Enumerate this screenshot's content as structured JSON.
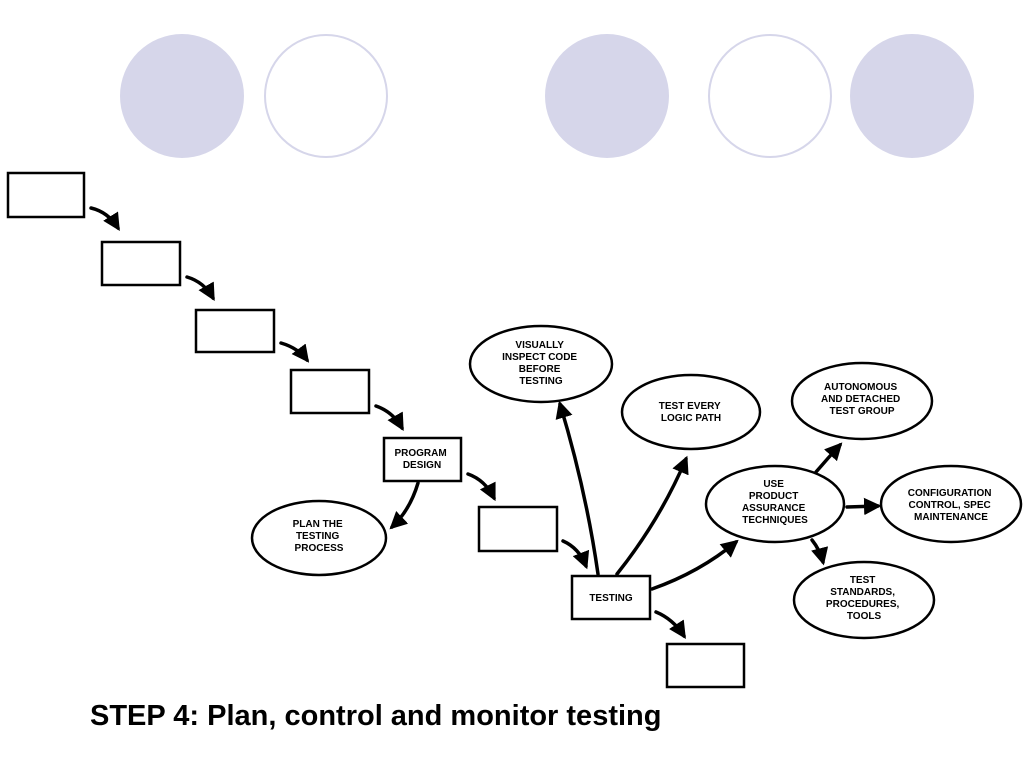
{
  "theme": {
    "circle_fill": "#d6d6ea",
    "line_color": "#000000"
  },
  "decorations": {
    "circles": [
      {
        "style": "filled"
      },
      {
        "style": "outline"
      },
      {
        "style": "filled"
      },
      {
        "style": "outline"
      },
      {
        "style": "filled"
      }
    ]
  },
  "diagram": {
    "waterfall": [
      {
        "lines": []
      },
      {
        "lines": []
      },
      {
        "lines": []
      },
      {
        "lines": []
      },
      {
        "lines": [
          "PROGRAM",
          "DESIGN"
        ]
      },
      {
        "lines": []
      },
      {
        "lines": [
          "TESTING"
        ]
      },
      {
        "lines": []
      }
    ],
    "ovals": {
      "plan_testing": [
        "PLAN THE",
        "TESTING",
        "PROCESS"
      ],
      "inspect_code": [
        "VISUALLY",
        "INSPECT CODE",
        "BEFORE",
        "TESTING"
      ],
      "logic_path": [
        "TEST EVERY",
        "LOGIC PATH"
      ],
      "product_assurance": [
        "USE",
        "PRODUCT",
        "ASSURANCE",
        "TECHNIQUES"
      ],
      "autonomous": [
        "AUTONOMOUS",
        "AND DETACHED",
        "TEST GROUP"
      ],
      "configuration": [
        "CONFIGURATION",
        "CONTROL, SPEC",
        "MAINTENANCE"
      ],
      "standards": [
        "TEST",
        "STANDARDS,",
        "PROCEDURES,",
        "TOOLS"
      ]
    }
  },
  "caption": "STEP 4: Plan, control and monitor testing"
}
